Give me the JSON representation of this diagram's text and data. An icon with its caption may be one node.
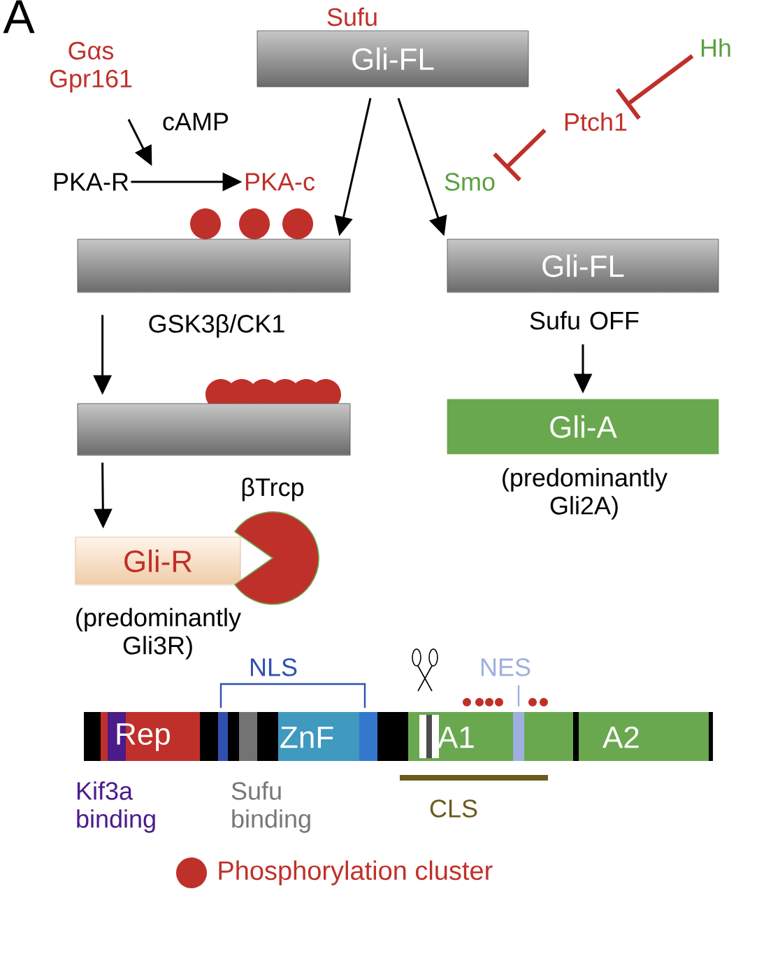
{
  "diagram": {
    "nodes": [
      {
        "text": [
          "Gli-FL"
        ],
        "beside": [
          "Sufu"
        ]
      },
      {
        "text": [],
        "shape": "bar"
      },
      {
        "text": [
          "Gli-FL"
        ],
        "beside": [
          "Sufu OFF"
        ]
      },
      {
        "text": [],
        "shape": "bar"
      },
      {
        "text": [
          "Gli-R"
        ]
      },
      {
        "text": [
          "βTrcp"
        ]
      },
      {
        "text": [
          "Gli-A"
        ],
        "beside": [
          "(predominantly Gli2A)"
        ]
      },
      {
        "text": [
          "Gαs Gpr161"
        ]
      },
      {
        "text": [
          "PKA-R"
        ]
      },
      {
        "text": [
          "PKA-c"
        ]
      },
      {
        "text": [
          "Smo"
        ]
      },
      {
        "text": [
          "Ptch1"
        ]
      },
      {
        "text": [
          "Hh"
        ]
      }
    ],
    "edges": [
      {
        "from": 7,
        "to": 8,
        "arrow": "to",
        "label": "cAMP"
      },
      {
        "from": 8,
        "to": 9,
        "arrow": "to"
      },
      {
        "from": 0,
        "to": 1,
        "arrow": "to"
      },
      {
        "from": 0,
        "to": 2,
        "arrow": "to"
      },
      {
        "from": 1,
        "to": 3,
        "arrow": "to",
        "label": "GSK3β/CK1"
      },
      {
        "from": 3,
        "to": 4,
        "arrow": "to"
      },
      {
        "from": 2,
        "to": 6,
        "arrow": "to"
      },
      {
        "from": 12,
        "to": 11,
        "arrow": "other",
        "style": "thick",
        "color": "#c0302a"
      },
      {
        "from": 11,
        "to": 10,
        "arrow": "other",
        "style": "thick",
        "color": "#c0302a"
      }
    ],
    "labels": [
      "A",
      "(predominantly Gli3R)",
      "NLS",
      "NES",
      "Rep",
      "ZnF",
      "A1",
      "A2",
      "Kif3a binding",
      "Sufu binding",
      "CLS"
    ],
    "legend": [
      {
        "text": "Phosphorylation cluster",
        "color": "#c0302a"
      }
    ]
  }
}
